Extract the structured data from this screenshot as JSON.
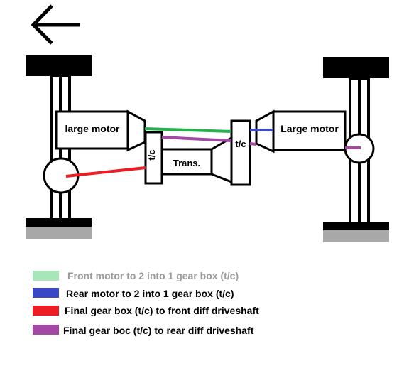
{
  "diagram": {
    "labels": {
      "front_motor": "large motor",
      "rear_motor": "Large motor",
      "front_tc": "t/c",
      "rear_tc": "t/c",
      "transmission": "Trans."
    },
    "icons": {
      "back_arrow": "left-arrow-icon"
    }
  },
  "legend": [
    {
      "color": "#a8e6b9",
      "text": "Front motor to 2 into 1 gear box (t/c)",
      "text_color": "#9a9a9a"
    },
    {
      "color": "#3a46c8",
      "text": "Rear  motor to 2 into 1 gear box (t/c)",
      "text_color": "#000000"
    },
    {
      "color": "#ee1c24",
      "text": "Final gear box (t/c) to front diff driveshaft",
      "text_color": "#000000"
    },
    {
      "color": "#a349a4",
      "text": "Final gear boc (t/c) to rear diff driveshaft",
      "text_color": "#000000"
    }
  ],
  "colors": {
    "green_line": "#22b14c",
    "blue_line": "#3f48cc",
    "red_line": "#ed1c24",
    "purple_line": "#a349a4",
    "wheel_black": "#000000",
    "ground_gray": "#a8a8a8"
  }
}
